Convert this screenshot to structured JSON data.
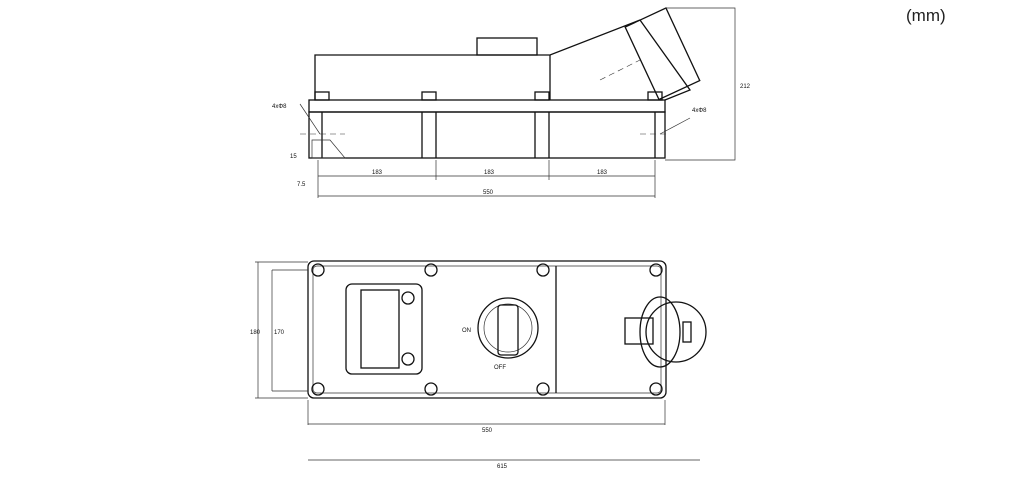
{
  "unit_label": "(mm)",
  "side_view": {
    "segment_dims": [
      "183",
      "183",
      "183"
    ],
    "overall_dim": "550",
    "offset_dim": "7.5",
    "height_dim": "212",
    "hole_left": "4xΦ8",
    "hole_right": "4xΦ8",
    "foot_dim": "15"
  },
  "top_view": {
    "height_outer": "180",
    "height_inner": "170",
    "width_body": "550",
    "width_total": "615",
    "switch_off_label": "OFF",
    "switch_on_label": "ON"
  }
}
